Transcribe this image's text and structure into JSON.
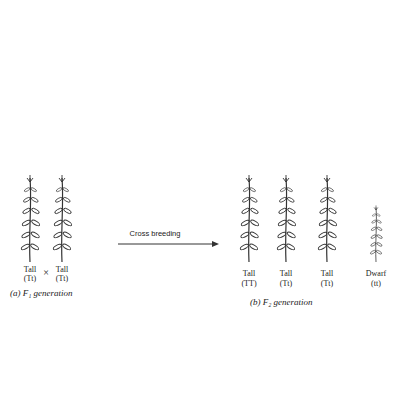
{
  "diagram": {
    "labels": [
      "Tall",
      "(Tt)",
      "×",
      "Tall",
      "(Tt)",
      "(a) F₁ generation",
      "Cross breeding",
      "Tall",
      "(TT)",
      "Tall",
      "(Tt)",
      "Tall",
      "(Tt)",
      "Dwarf",
      "(tt)",
      "(b) F₂ generation"
    ]
  }
}
